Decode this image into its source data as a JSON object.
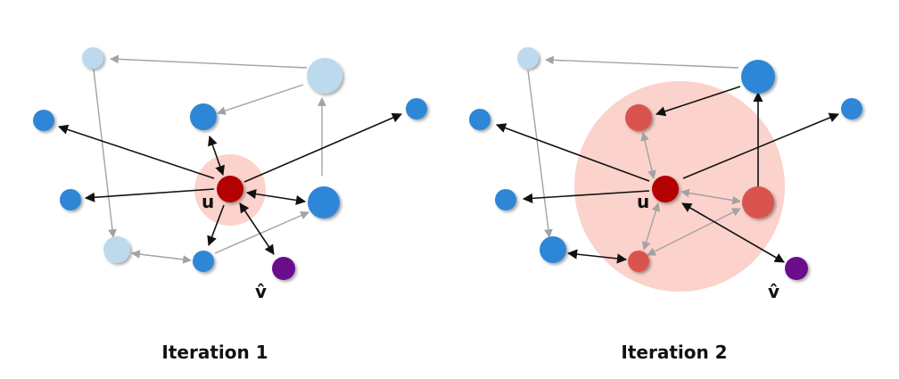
{
  "colors": {
    "node_blue": "#2e86d6",
    "node_faded": "#bcd9ee",
    "node_center": "#b30000",
    "node_red": "#d9534f",
    "node_target": "#6a0d8c",
    "halo": "#fbd2cc",
    "edge_dark": "#111111",
    "edge_gray": "#a3a3a3"
  },
  "panels": [
    {
      "caption": "Iteration 1",
      "center_label": "u",
      "target_label": "v̂"
    },
    {
      "caption": "Iteration 2",
      "center_label": "u",
      "target_label": "v̂"
    }
  ]
}
